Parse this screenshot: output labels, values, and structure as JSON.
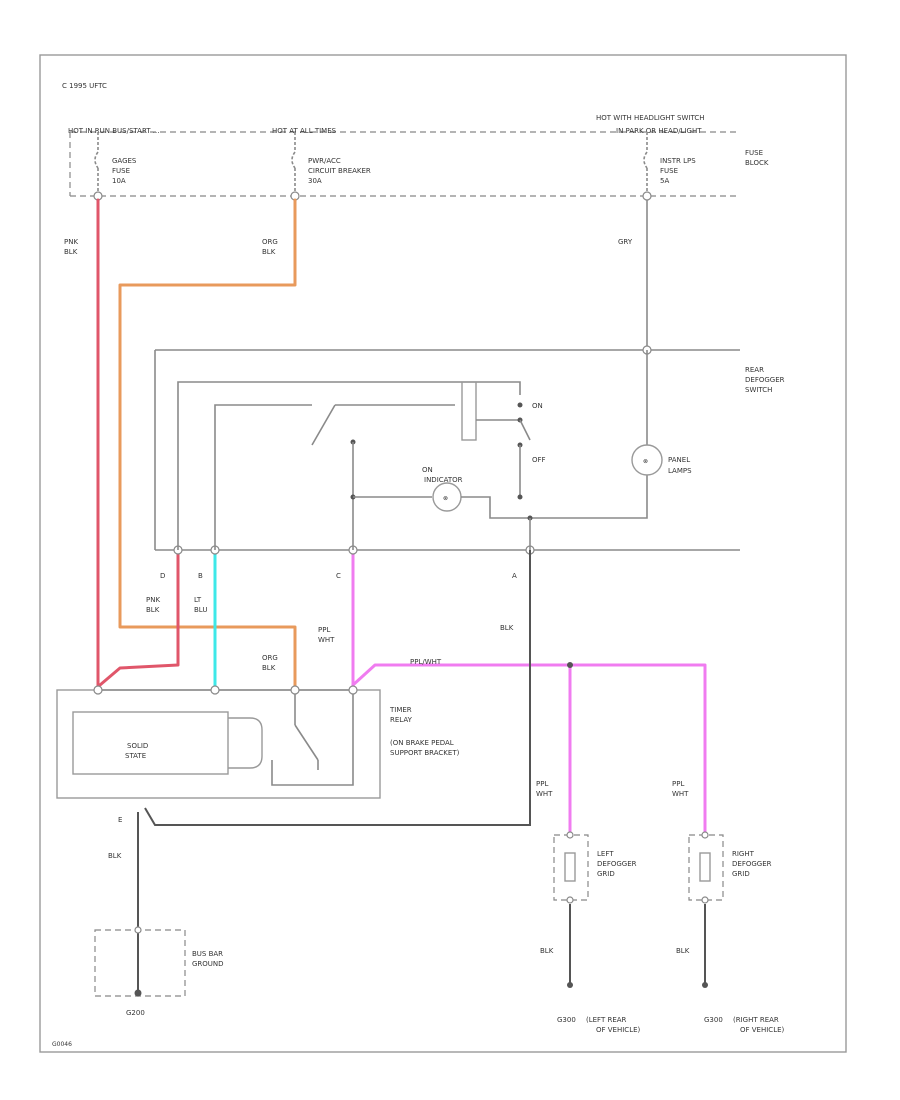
{
  "header": {
    "title": "C 1995 UFTC"
  },
  "bus": {
    "left_label": "HOT IN RUN BUS/START ...",
    "mid_label": "HOT AT ALL TIMES",
    "right_label_1": "HOT WITH HEADLIGHT SWITCH",
    "right_label_2": "IN PARK OR HEAD/LIGHT",
    "fuse_block_1": "FUSE",
    "fuse_block_2": "BLOCK"
  },
  "fuses": {
    "f1": {
      "line1": "GAGES",
      "line2": "FUSE",
      "line3": "10A"
    },
    "f2": {
      "line1": "PWR/ACC",
      "line2": "CIRCUIT BREAKER",
      "line3": "30A"
    },
    "f3": {
      "line1": "INSTR LPS",
      "line2": "FUSE",
      "line3": "5A"
    }
  },
  "wires": {
    "pnk_blk_1": "PNK",
    "pnk_blk_2": "BLK",
    "org_blk_1": "ORG",
    "org_blk_2": "BLK",
    "gry": "GRY",
    "pnk_blk_lower_1": "PNK",
    "pnk_blk_lower_2": "BLK",
    "lt_blu_1": "LT",
    "lt_blu_2": "BLU",
    "ppl_wht_1": "PPL",
    "ppl_wht_2": "WHT",
    "blk_right": "BLK",
    "org_blk_lower_1": "ORG",
    "org_blk_lower_2": "BLK",
    "ppl_wht_top": "PPL/WHT",
    "ppl_wht_left_1": "PPL",
    "ppl_wht_left_2": "WHT",
    "ppl_wht_right_1": "PPL",
    "ppl_wht_right_2": "WHT",
    "blk_bottom": "BLK",
    "blk_left_grid": "BLK",
    "blk_right_grid": "BLK"
  },
  "switch": {
    "name_1": "REAR",
    "name_2": "DEFOGGER",
    "name_3": "SWITCH",
    "on": "ON",
    "off": "OFF",
    "indicator_1": "ON",
    "indicator_2": "INDICATOR",
    "panel_1": "PANEL",
    "panel_2": "LAMPS"
  },
  "connectors": {
    "d": "D",
    "b": "B",
    "c": "C",
    "a": "A",
    "e": "E"
  },
  "relay": {
    "solid_1": "SOLID",
    "solid_2": "STATE",
    "name_1": "TIMER",
    "name_2": "RELAY",
    "loc_1": "(ON BRAKE PEDAL",
    "loc_2": "SUPPORT BRACKET)"
  },
  "ground": {
    "label_1": "BUS BAR",
    "label_2": "GROUND",
    "id": "G200",
    "left_id": "G300",
    "left_loc_1": "(LEFT REAR",
    "left_loc_2": "OF VEHICLE)",
    "right_id": "G300",
    "right_loc_1": "(RIGHT REAR",
    "right_loc_2": "OF VEHICLE)"
  },
  "grids": {
    "left_1": "LEFT",
    "left_2": "DEFOGGER",
    "left_3": "GRID",
    "right_1": "RIGHT",
    "right_2": "DEFOGGER",
    "right_3": "GRID"
  },
  "footer": {
    "code": "G0046"
  },
  "colors": {
    "pink_red": "#e0566a",
    "orange": "#e89a5c",
    "light_blue": "#3ee8e8",
    "purple": "#f07cf0",
    "gray": "#8a8a8a"
  }
}
